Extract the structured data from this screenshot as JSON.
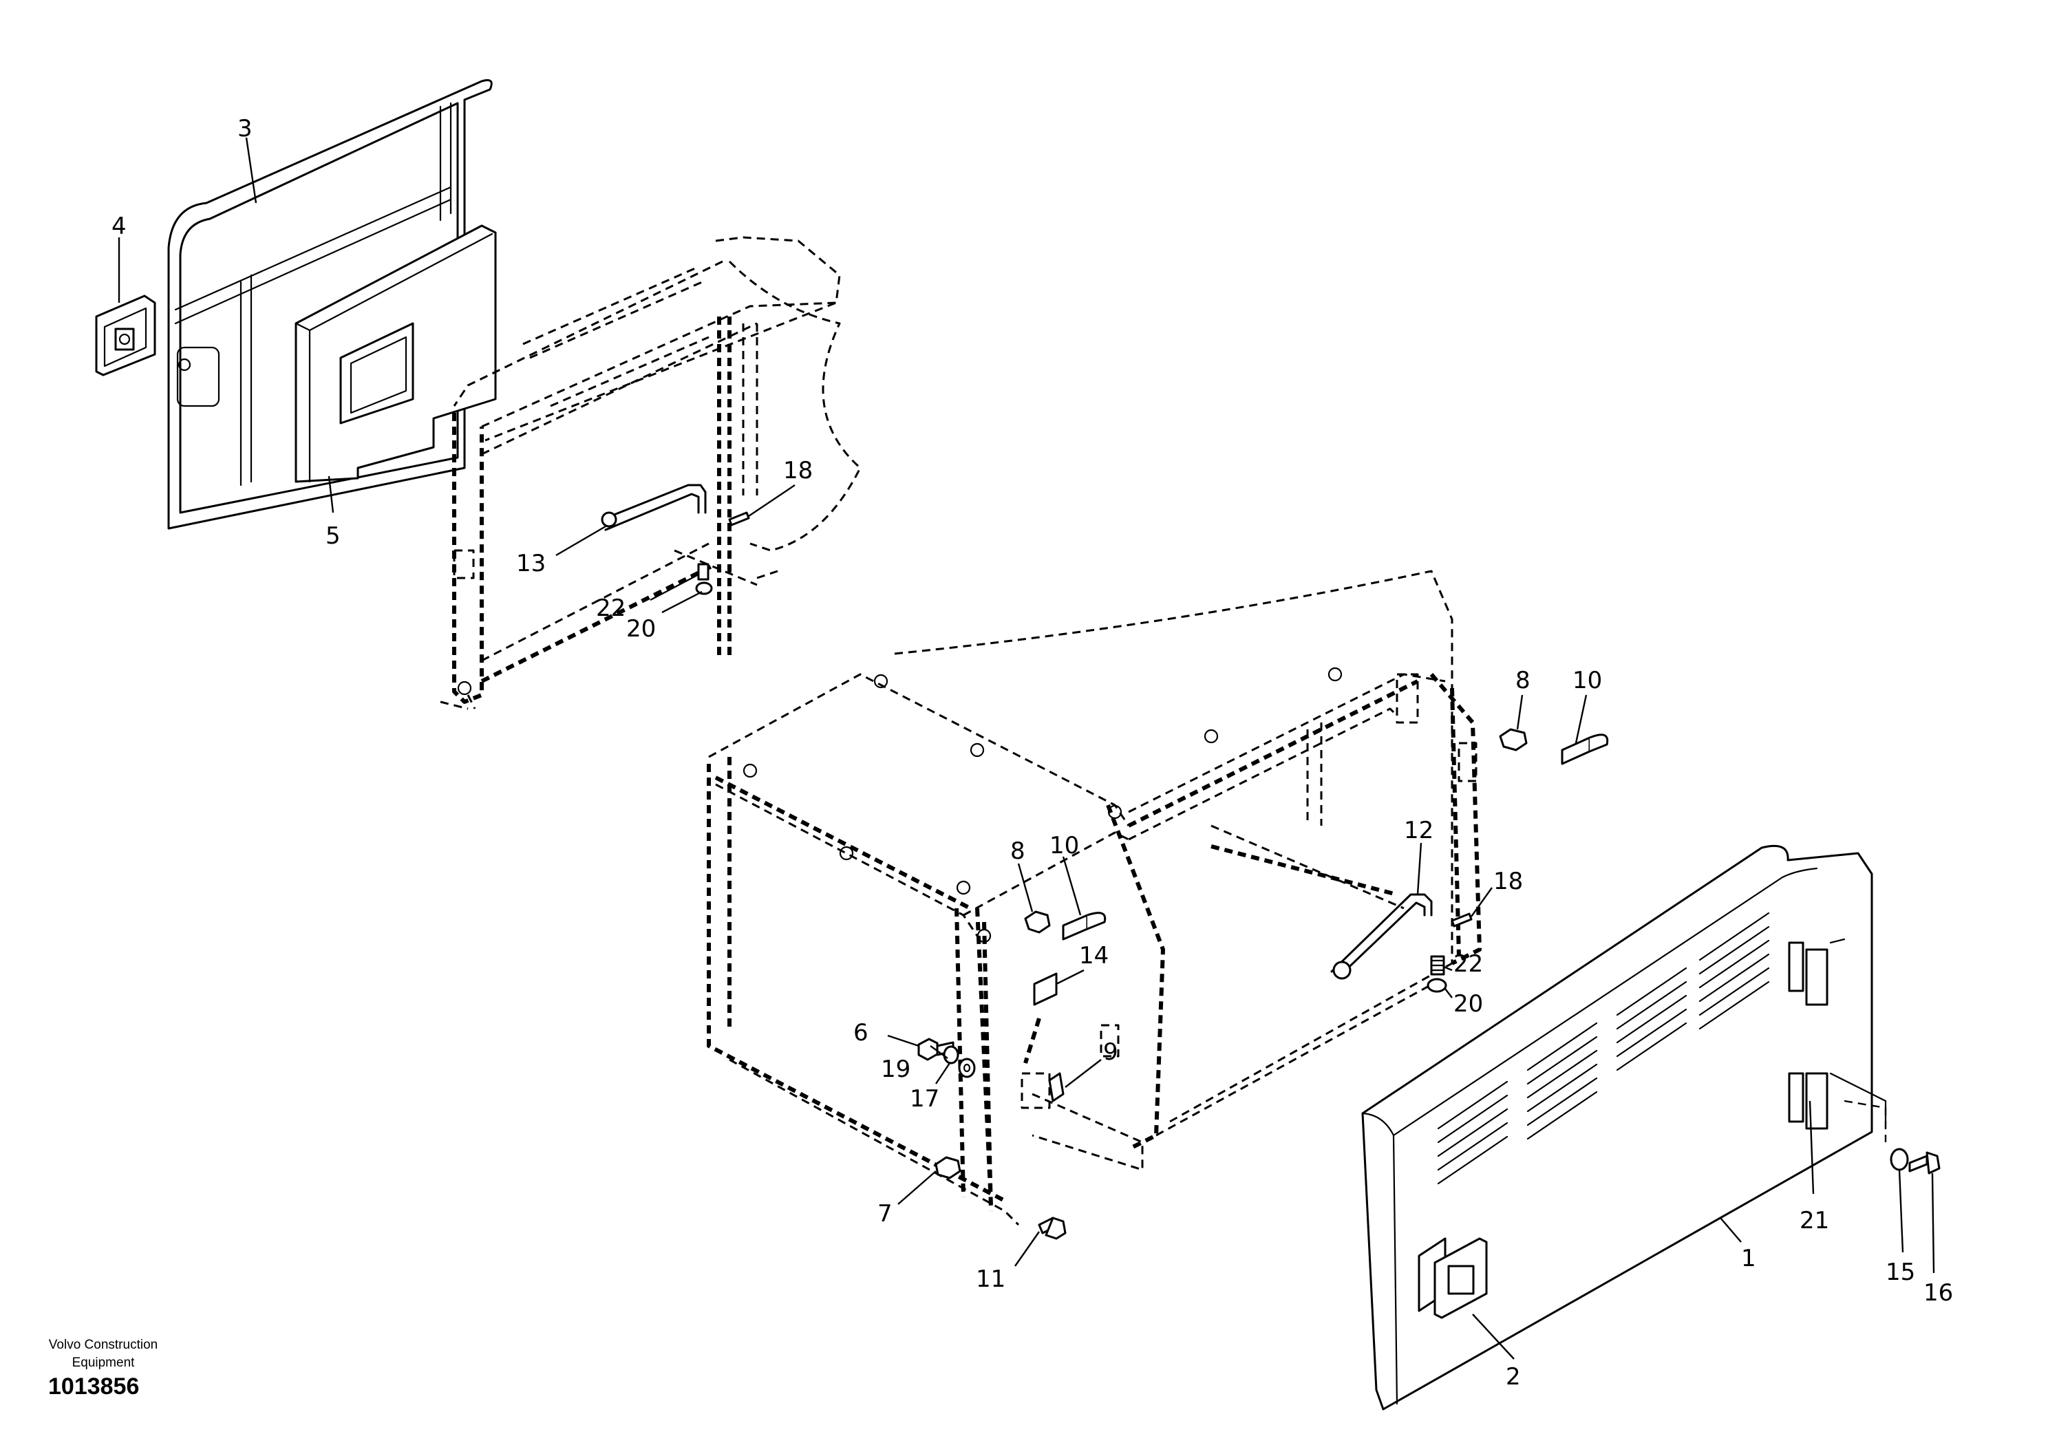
{
  "drawing": {
    "maker_line1": "Volvo Construction",
    "maker_line2": "Equipment",
    "drawing_number": "1013856"
  },
  "callouts": {
    "c1": "1",
    "c2": "2",
    "c3": "3",
    "c4": "4",
    "c5": "5",
    "c6": "6",
    "c7": "7",
    "c8a": "8",
    "c8b": "8",
    "c9": "9",
    "c10a": "10",
    "c10b": "10",
    "c11": "11",
    "c12": "12",
    "c13": "13",
    "c14": "14",
    "c15": "15",
    "c16": "16",
    "c17": "17",
    "c18a": "18",
    "c18b": "18",
    "c19": "19",
    "c20a": "20",
    "c20b": "20",
    "c21": "21",
    "c22a": "22",
    "c22b": "22"
  },
  "colors": {
    "ink": "#000000",
    "paper": "#ffffff"
  }
}
